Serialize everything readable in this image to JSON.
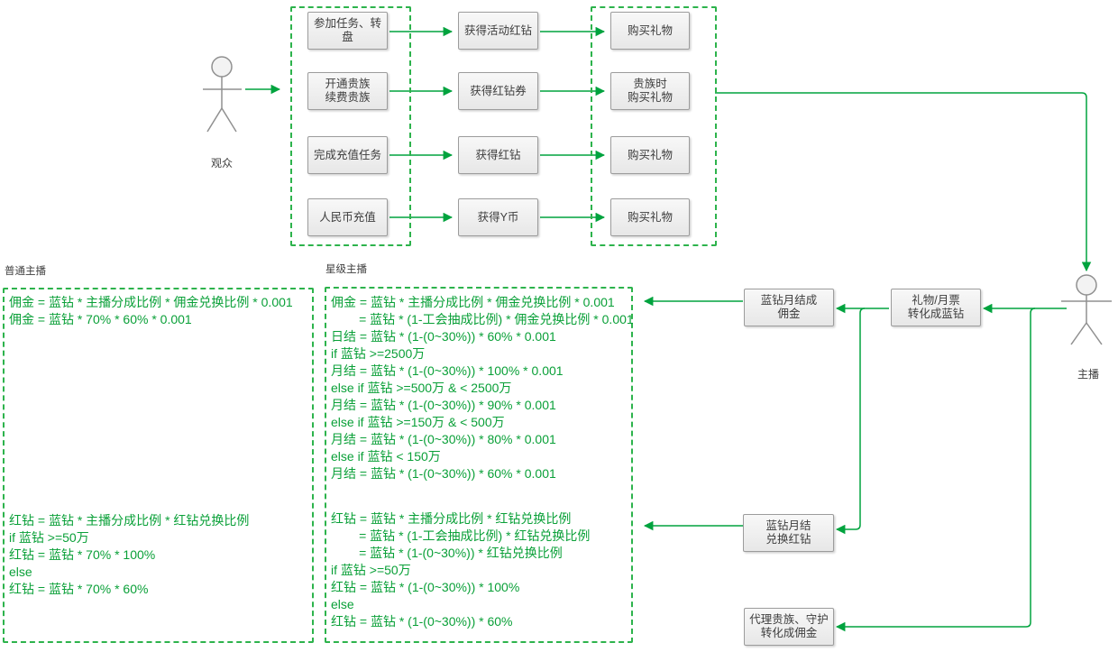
{
  "colors": {
    "connector_green": "#00a33e",
    "dashed_border_green": "#2db34c",
    "formula_text_green": "#0aa038",
    "node_fill": "#efefef",
    "node_border": "#9c9c9c",
    "node_text": "#3d3d3d",
    "actor_gray": "#909090"
  },
  "actors": {
    "audience": "观众",
    "streamer": "主播"
  },
  "top_flow": {
    "sources": [
      "参加任务、转\n盘",
      "开通贵族\n续费贵族",
      "完成充值任务",
      "人民币充值"
    ],
    "middles": [
      "获得活动红钻",
      "获得红钻券",
      "获得红钻",
      "获得Y币"
    ],
    "results": [
      "购买礼物",
      "贵族时\n购买礼物",
      "购买礼物",
      "购买礼物"
    ]
  },
  "panels": {
    "normal": {
      "title": "普通主播",
      "commission": [
        "佣金 = 蓝钻 * 主播分成比例 * 佣金兑换比例 * 0.001",
        "佣金 = 蓝钻 * 70% * 60% * 0.001"
      ],
      "red": [
        "红钻 = 蓝钻 * 主播分成比例 * 红钻兑换比例",
        "if 蓝钻 >=50万",
        "红钻 = 蓝钻 * 70% * 100%",
        "else",
        "红钻 = 蓝钻 * 70% * 60%"
      ]
    },
    "star": {
      "title": "星级主播",
      "commission": [
        "佣金 = 蓝钻 * 主播分成比例 * 佣金兑换比例 * 0.001",
        "        = 蓝钻 * (1-工会抽成比例) * 佣金兑换比例 * 0.001",
        "日结 = 蓝钻 * (1-(0~30%)) * 60% * 0.001",
        "if 蓝钻 >=2500万",
        "月结 = 蓝钻 * (1-(0~30%)) * 100% * 0.001",
        "else if 蓝钻 >=500万 & < 2500万",
        "月结 = 蓝钻 * (1-(0~30%)) * 90% * 0.001",
        "else if 蓝钻 >=150万 & < 500万",
        "月结 = 蓝钻 * (1-(0~30%)) * 80% * 0.001",
        "else if 蓝钻 < 150万",
        "月结 = 蓝钻 * (1-(0~30%)) * 60% * 0.001"
      ],
      "red": [
        "红钻 = 蓝钻 * 主播分成比例 * 红钻兑换比例",
        "        = 蓝钻 * (1-工会抽成比例) * 红钻兑换比例",
        "        = 蓝钻 * (1-(0~30%)) * 红钻兑换比例",
        "if 蓝钻 >=50万",
        "红钻 = 蓝钻 * (1-(0~30%)) * 100%",
        "else",
        "红钻 = 蓝钻 * (1-(0~30%)) * 60%"
      ]
    }
  },
  "side_nodes": {
    "monthly_commission": "蓝钻月结成\n佣金",
    "gift_convert": "礼物/月票\n转化成蓝钻",
    "monthly_red_exchange": "蓝钻月结\n兑换红钻",
    "agency_commission": "代理贵族、守护\n转化成佣金"
  }
}
